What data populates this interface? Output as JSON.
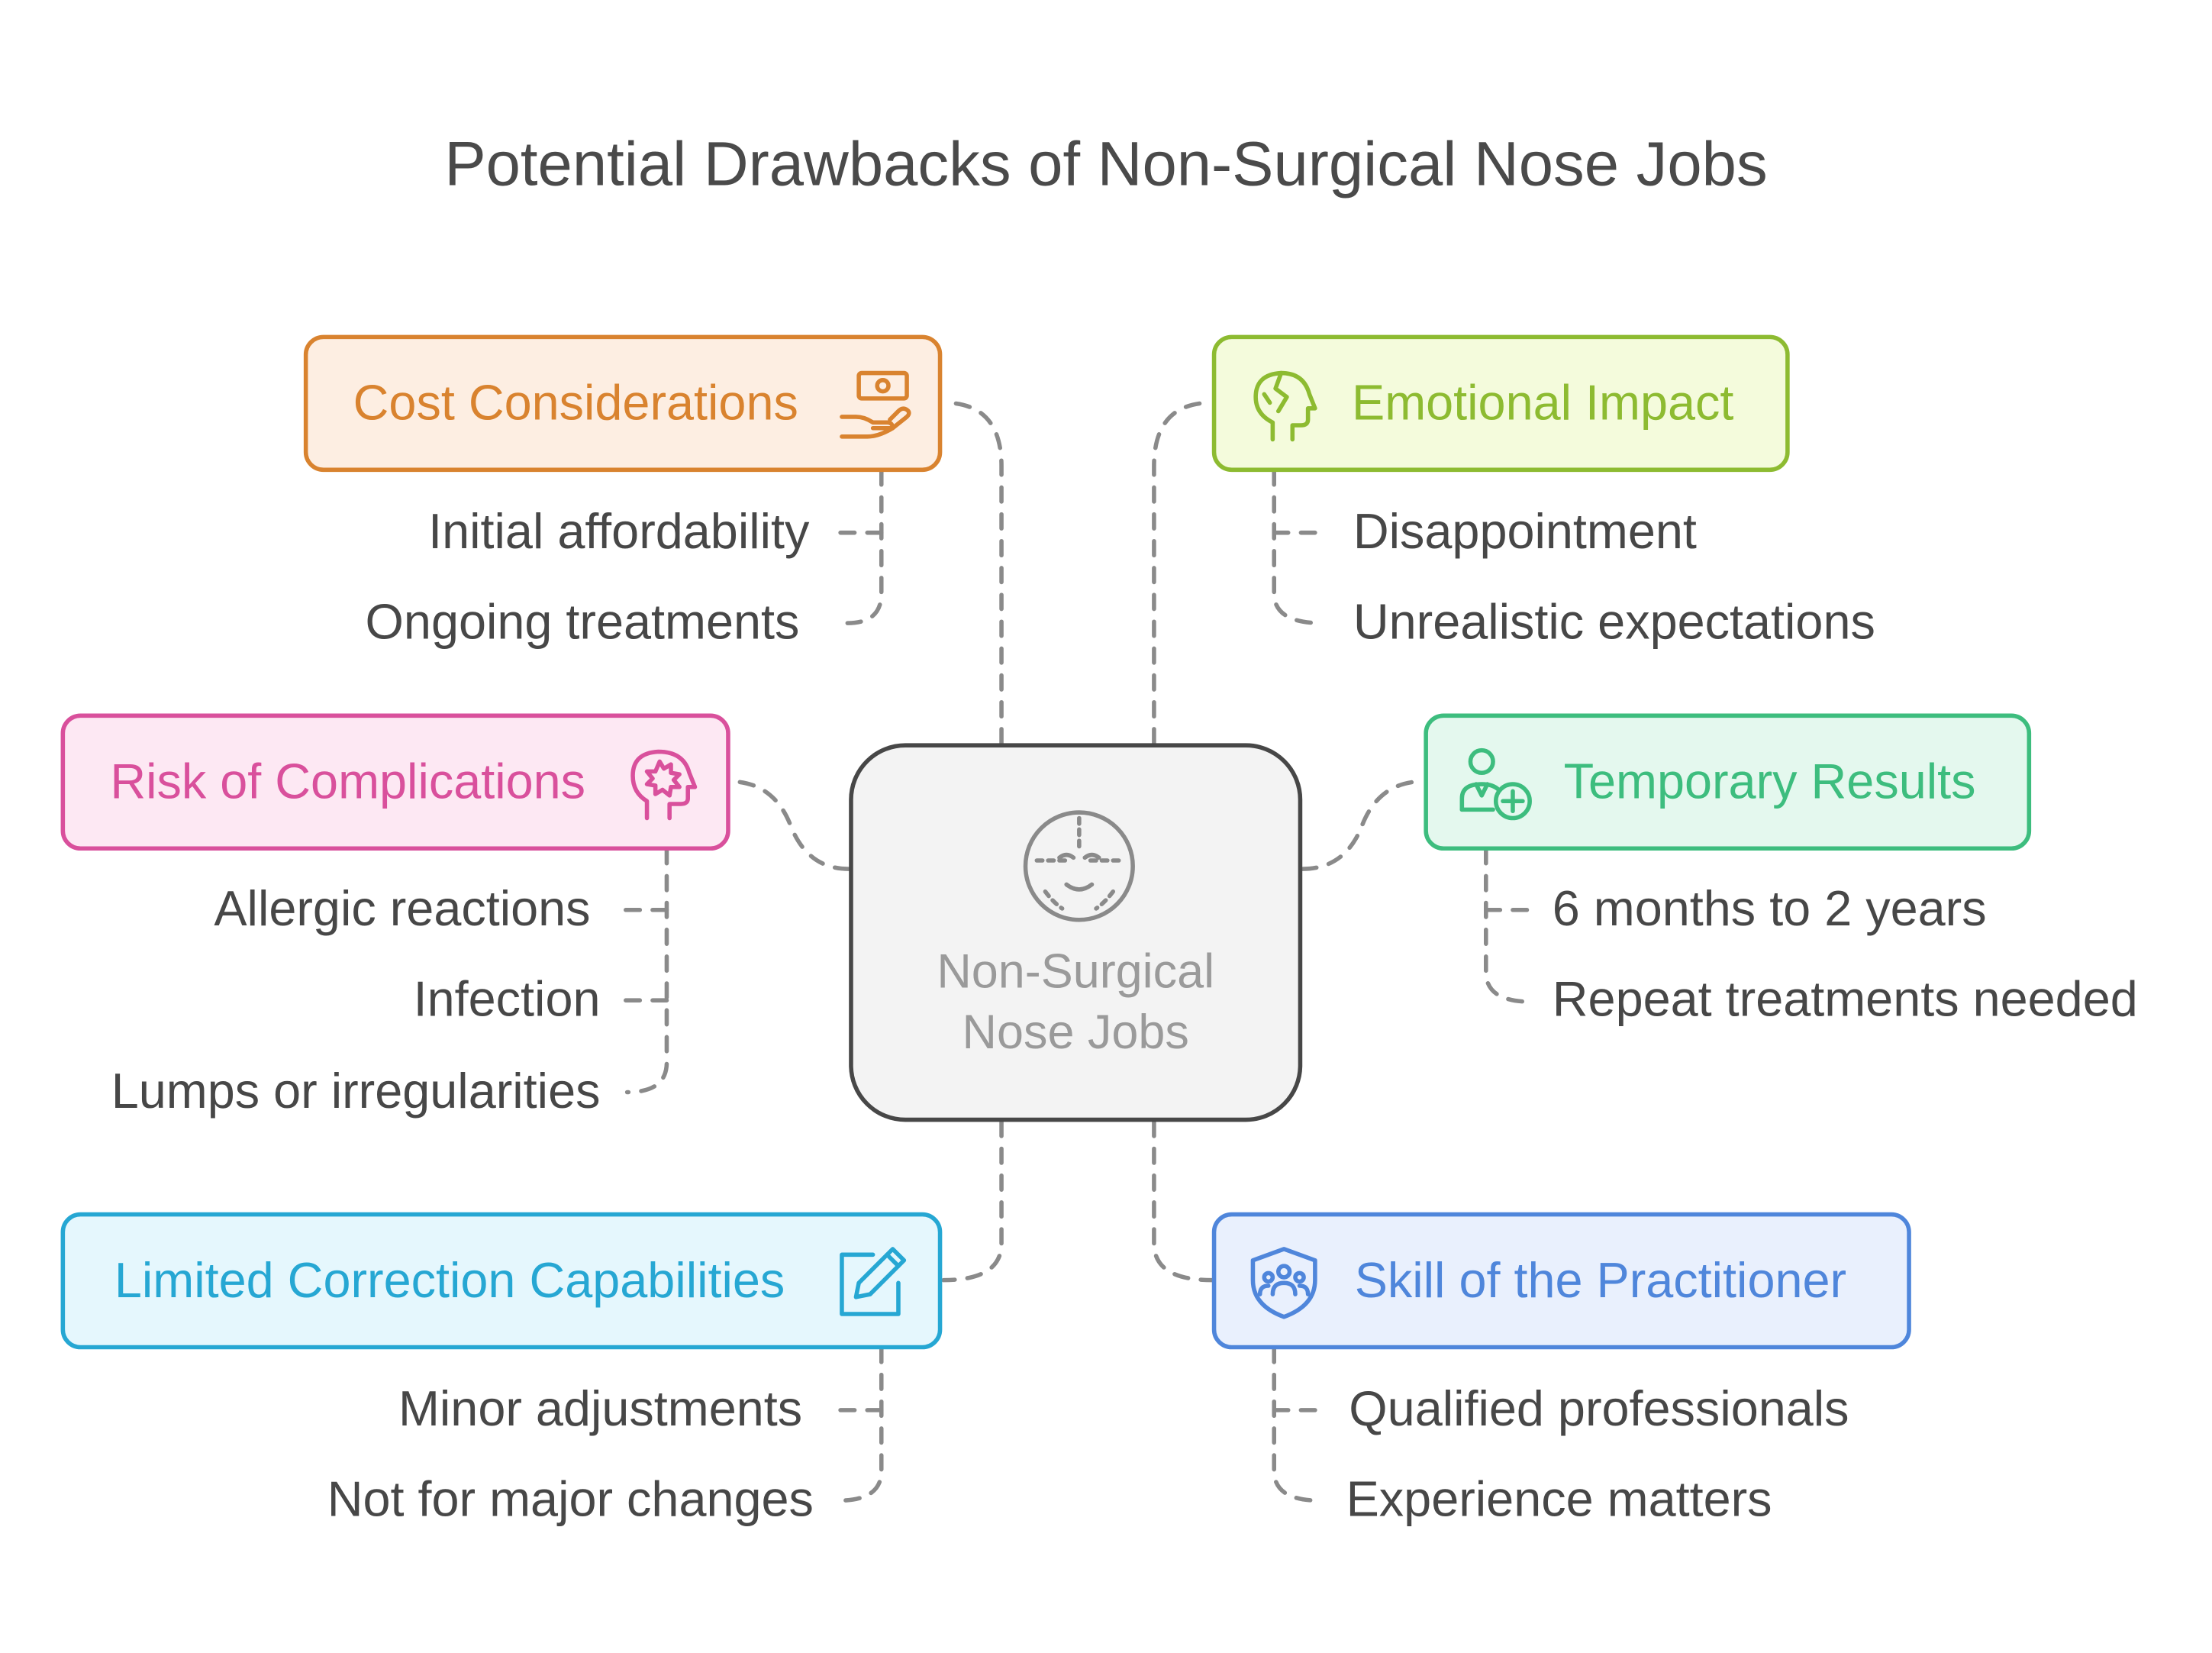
{
  "title": "Potential Drawbacks of Non-Surgical Nose Jobs",
  "center": {
    "line1": "Non-Surgical",
    "line2": "Nose Jobs",
    "icon": "face-icon"
  },
  "branches": {
    "cost": {
      "label": "Cost Considerations",
      "icon": "money-hand-icon",
      "color": "#d9832f",
      "fill": "#fdeee2",
      "items": [
        "Initial affordability",
        "Ongoing treatments"
      ]
    },
    "emotional": {
      "label": "Emotional Impact",
      "icon": "head-profile-icon",
      "color": "#8dbb31",
      "fill": "#f4fbdc",
      "items": [
        "Disappointment",
        "Unrealistic expectations"
      ]
    },
    "risk": {
      "label": "Risk of Complications",
      "icon": "brain-burst-icon",
      "color": "#d9509c",
      "fill": "#fde8f3",
      "items": [
        "Allergic reactions",
        "Infection",
        "Lumps or irregularities"
      ]
    },
    "temporary": {
      "label": "Temporary Results",
      "icon": "person-plus-icon",
      "color": "#3dbd7e",
      "fill": "#e4f8ee",
      "items": [
        "6 months to 2 years",
        "Repeat treatments needed"
      ]
    },
    "limited": {
      "label": "Limited Correction Capabilities",
      "icon": "edit-icon",
      "color": "#26a7d3",
      "fill": "#e5f7fd",
      "items": [
        "Minor adjustments",
        "Not for major changes"
      ]
    },
    "skill": {
      "label": "Skill of the Practitioner",
      "icon": "team-shield-icon",
      "color": "#4f86db",
      "fill": "#e9f0fd",
      "items": [
        "Qualified professionals",
        "Experience matters"
      ]
    }
  }
}
